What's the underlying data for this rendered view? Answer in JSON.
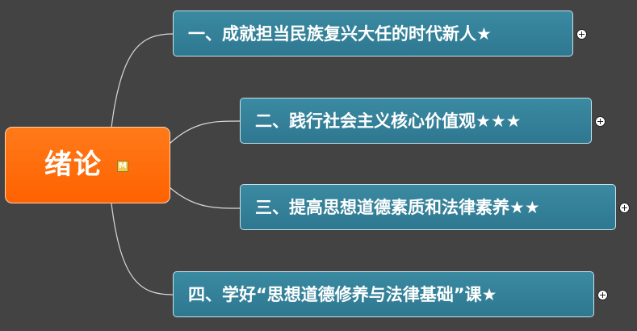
{
  "root": {
    "label": "绪论",
    "memo_badge": "M"
  },
  "topics": [
    {
      "label": "一、成就担当民族复兴大任的时代新人★"
    },
    {
      "label": "二、践行社会主义核心价值观★★★"
    },
    {
      "label": "三、提高思想道德素质和法律素养★★"
    },
    {
      "label": "四、学好“思想道德修养与法律基础”课★"
    }
  ],
  "icons": {
    "expand": "plus-circle-icon",
    "memo": "memo-icon"
  },
  "colors": {
    "background": "#434343",
    "root_fill": "#ff6a00",
    "topic_fill": "#3383a0",
    "connector": "#d9d9d9",
    "text": "#ffffff"
  }
}
